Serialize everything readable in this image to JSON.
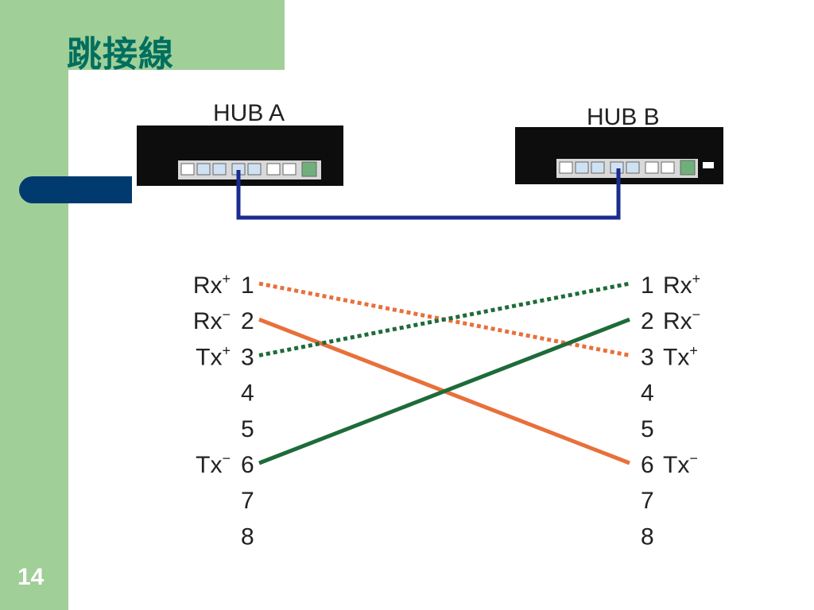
{
  "slide": {
    "title": "跳接線",
    "page_number": "14"
  },
  "hubs": {
    "a": {
      "label": "HUB A"
    },
    "b": {
      "label": "HUB B"
    }
  },
  "pins": [
    "1",
    "2",
    "3",
    "4",
    "5",
    "6",
    "7",
    "8"
  ],
  "left_signals": {
    "1": "Rx",
    "2": "Rx",
    "3": "Tx",
    "6": "Tx"
  },
  "right_signals": {
    "1": "Rx",
    "2": "Rx",
    "3": "Tx",
    "6": "Tx"
  },
  "signal_polarity": {
    "1": "+",
    "2": "−",
    "3": "+",
    "6": "−"
  },
  "wires": [
    {
      "from": 1,
      "to": 3,
      "color": "#e8703a",
      "style": "dotted"
    },
    {
      "from": 2,
      "to": 6,
      "color": "#e8703a",
      "style": "solid"
    },
    {
      "from": 3,
      "to": 1,
      "color": "#1e6b3a",
      "style": "dotted"
    },
    {
      "from": 6,
      "to": 2,
      "color": "#1e6b3a",
      "style": "solid"
    }
  ],
  "colors": {
    "band": "#a0cf98",
    "title": "#006f5f",
    "tab": "#003a6f",
    "cable": "#1b2c8f",
    "orange": "#e8703a",
    "green": "#1e6b3a"
  }
}
